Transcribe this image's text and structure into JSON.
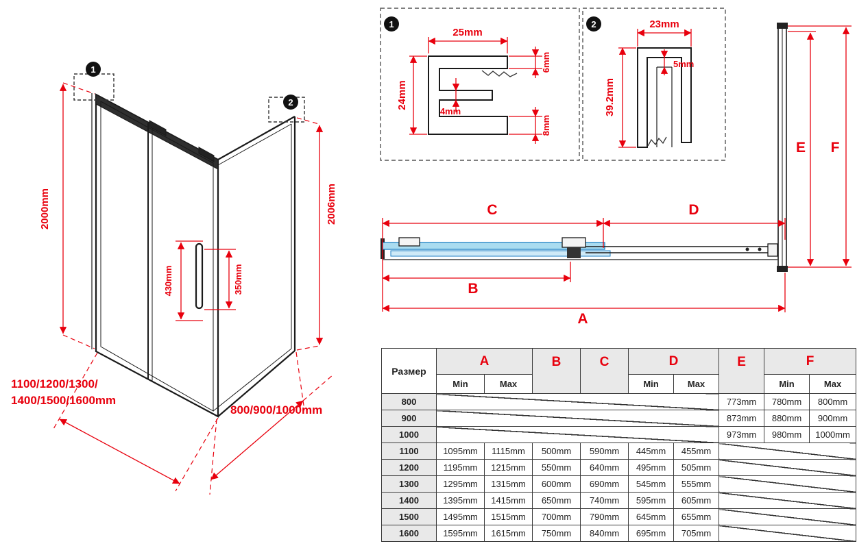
{
  "colors": {
    "dimension_red": "#e8000d",
    "line_black": "#1a1a1a",
    "glass_blue_fill": "#aadcf0",
    "glass_blue_stroke": "#1b7fc4",
    "table_header_bg": "#e9e9e9"
  },
  "iso_view": {
    "callout_1": "1",
    "callout_2": "2",
    "height_left": "2000mm",
    "height_right": "2006mm",
    "handle_position": "430mm",
    "handle_length": "350mm",
    "width_options_line1": "1100/1200/1300/",
    "width_options_line2": "1400/1500/1600mm",
    "depth_options": "800/900/1000mm"
  },
  "detail_1": {
    "badge": "1",
    "width_top": "25mm",
    "height_left": "24mm",
    "slot": "4mm",
    "right_top": "6mm",
    "right_bottom": "8mm"
  },
  "detail_2": {
    "badge": "2",
    "width_top": "23mm",
    "inset": "5mm",
    "height_left": "39.2mm"
  },
  "plan_view": {
    "dim_a": "A",
    "dim_b": "B",
    "dim_c": "C",
    "dim_d": "D"
  },
  "wall_profile": {
    "dim_e": "E",
    "dim_f": "F"
  },
  "table": {
    "header_size": "Размер",
    "min_label": "Min",
    "max_label": "Max",
    "groups": {
      "a": "A",
      "b": "B",
      "c": "C",
      "d": "D",
      "e": "E",
      "f": "F"
    },
    "rows": [
      {
        "size": "800",
        "e": "773mm",
        "f_min": "780mm",
        "f_max": "800mm"
      },
      {
        "size": "900",
        "e": "873mm",
        "f_min": "880mm",
        "f_max": "900mm"
      },
      {
        "size": "1000",
        "e": "973mm",
        "f_min": "980mm",
        "f_max": "1000mm"
      },
      {
        "size": "1100",
        "a_min": "1095mm",
        "a_max": "1115mm",
        "b": "500mm",
        "c": "590mm",
        "d_min": "445mm",
        "d_max": "455mm"
      },
      {
        "size": "1200",
        "a_min": "1195mm",
        "a_max": "1215mm",
        "b": "550mm",
        "c": "640mm",
        "d_min": "495mm",
        "d_max": "505mm"
      },
      {
        "size": "1300",
        "a_min": "1295mm",
        "a_max": "1315mm",
        "b": "600mm",
        "c": "690mm",
        "d_min": "545mm",
        "d_max": "555mm"
      },
      {
        "size": "1400",
        "a_min": "1395mm",
        "a_max": "1415mm",
        "b": "650mm",
        "c": "740mm",
        "d_min": "595mm",
        "d_max": "605mm"
      },
      {
        "size": "1500",
        "a_min": "1495mm",
        "a_max": "1515mm",
        "b": "700mm",
        "c": "790mm",
        "d_min": "645mm",
        "d_max": "655mm"
      },
      {
        "size": "1600",
        "a_min": "1595mm",
        "a_max": "1615mm",
        "b": "750mm",
        "c": "840mm",
        "d_min": "695mm",
        "d_max": "705mm"
      }
    ]
  }
}
